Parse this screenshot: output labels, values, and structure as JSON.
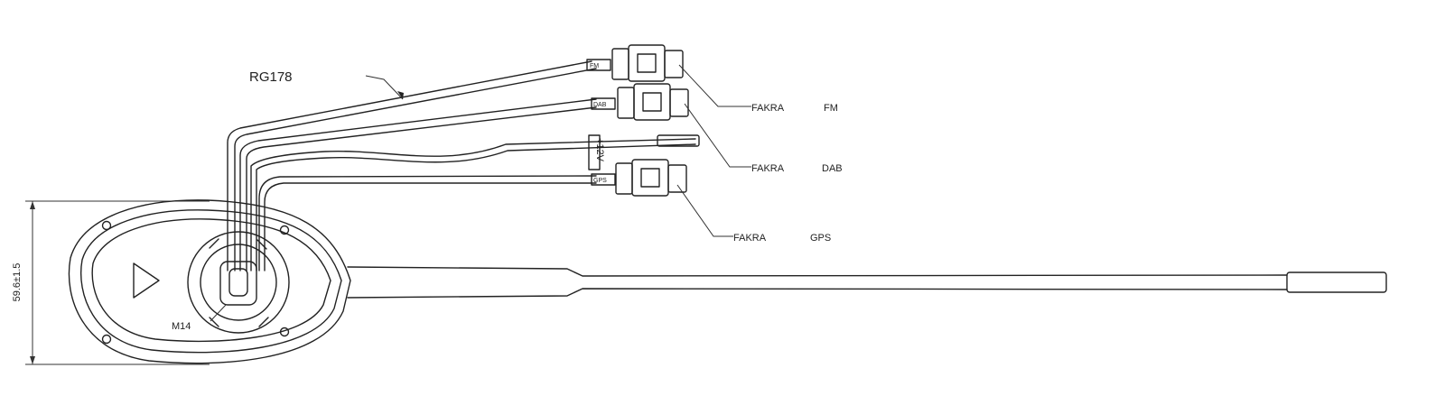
{
  "labels": {
    "cable": "RG178",
    "thread": "M14",
    "dimension": "59.6±1.5"
  },
  "connectors": [
    {
      "type": "FAKRA",
      "band": "FM",
      "tag": "FM"
    },
    {
      "type": "FAKRA",
      "band": "DAB",
      "tag": "DAB"
    },
    {
      "type": "FAKRA",
      "band": "GPS",
      "tag": "GPS"
    }
  ],
  "power_lead": {
    "tag": "+12V"
  }
}
